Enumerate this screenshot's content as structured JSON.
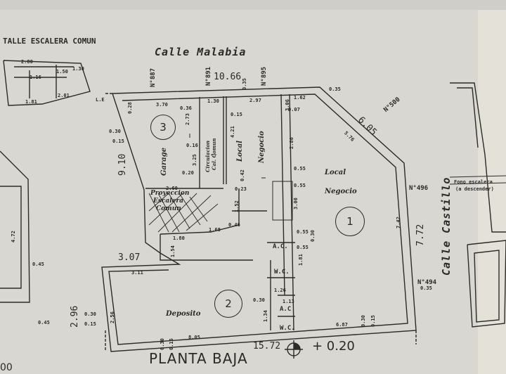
{
  "header": {
    "detail_title": "TALLE ESCALERA COMUN",
    "street_top": "Calle Malabia",
    "street_right": "Calle Castillo",
    "number_887": "N°887",
    "number_891": "N°891",
    "number_895": "N°895",
    "number_500": "N°500",
    "number_496": "N°496",
    "number_494": "N°494"
  },
  "footer": {
    "plan_title": "PLANTA BAJA",
    "level": "+ 0.20",
    "page_fragment": "00"
  },
  "rooms": {
    "garage": "Garage",
    "circulacion": "Circulacion",
    "circulacion_2": "Cal. Comun",
    "local_small": "Local",
    "negocio_small": "Negocio",
    "local_big": "Local",
    "negocio_big": "Negocio",
    "escalera_1": "Proyeccion",
    "escalera_2": "Escalera",
    "escalera_3": "Comun",
    "deposito": "Deposito",
    "ac_1": "A.C.",
    "wc_1": "W.C.",
    "ac_2": "A.C",
    "wc_2": "W.C.",
    "side_room": "Fono escalera",
    "side_room_2": "(a descender)"
  },
  "unit_numbers": {
    "unit_1": "1",
    "unit_2": "2",
    "unit_3": "3"
  },
  "dimensions": {
    "front_total": "10.66",
    "bottom_total": "15.72",
    "left_total": "9.10",
    "left_lower": "2.96",
    "right_total": "7.72",
    "diag": "6.05",
    "step_307": "3.07",
    "d_370": "3.70",
    "d_036": "0.36",
    "d_130": "1.30",
    "d_297": "2.97",
    "d_162": "1.62",
    "d_007": "0.07",
    "d_035_top": "0.35",
    "d_035_right": "0.35",
    "d_030_a": "0.30",
    "d_015_a": "0.15",
    "d_028": "0.28",
    "d_273": "2.73",
    "d_016": "0.16",
    "d_325": "3.25",
    "d_020": "0.20",
    "d_015_b": "0.15",
    "d_421": "4.21",
    "d_042": "0.42",
    "d_023": "0.23",
    "d_152": "1.52",
    "d_306": "3.06",
    "d_286": "2.86",
    "d_055_a": "0.55",
    "d_055_b": "0.55",
    "d_300": "3.00",
    "d_055_c": "0.55",
    "d_055_d": "0.55",
    "d_030_b": "0.30",
    "d_181": "1.81",
    "d_376": "5.76",
    "d_742": "7.42",
    "d_687": "6.87",
    "d_260": "2.60",
    "d_180": "1.80",
    "d_168": "1.68",
    "d_046": "0.46",
    "d_154": "1.54",
    "d_311": "3.11",
    "d_256": "2.56",
    "d_805": "8.05",
    "d_134": "1.34",
    "d_030_c": "0.30",
    "d_113": "1.13",
    "d_030_d": "0.30",
    "d_015_c": "0.15",
    "d_030_e": "0.30",
    "d_015_e": "0.15",
    "d_030_f": "0.30",
    "d_015_f": "0.15",
    "d_045_a": "0.45",
    "d_045_b": "0.45",
    "d_472": "4.72",
    "d_280_detail": "2.80",
    "d_116": "1.16",
    "d_150": "1.50",
    "d_201": "2.01",
    "d_181_detail": "1.81",
    "d_130_detail": "1.30",
    "d_126": "1.26",
    "d_035_mid": "0.35"
  },
  "markers": {
    "le": "L.E"
  }
}
